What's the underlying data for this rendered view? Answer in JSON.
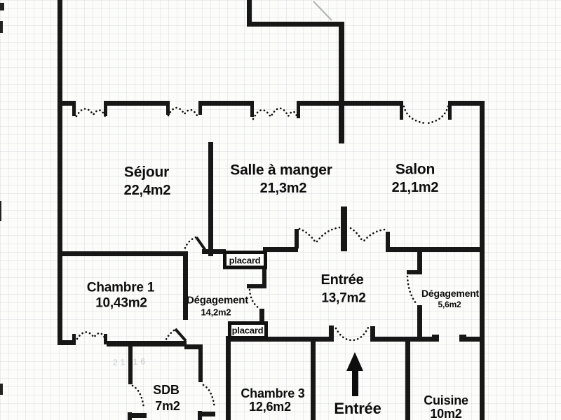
{
  "document": {
    "kind": "apartment floor plan scan"
  },
  "rooms": {
    "sejour": {
      "name": "Séjour",
      "area": "22,4m2"
    },
    "salle_a_manger": {
      "name": "Salle à manger",
      "area": "21,3m2"
    },
    "salon": {
      "name": "Salon",
      "area": "21,1m2"
    },
    "chambre1": {
      "name": "Chambre 1",
      "area": "10,43m2"
    },
    "degagement_grand": {
      "name": "Dégagement",
      "area": "14,2m2"
    },
    "entree": {
      "name": "Entrée",
      "area": "13,7m2"
    },
    "degagement_petit": {
      "name": "Dégagement",
      "area": "5,6m2"
    },
    "sdb": {
      "name": "SDB",
      "area": "7m2"
    },
    "chambre3": {
      "name": "Chambre 3",
      "area": "12,6m2"
    },
    "cuisine": {
      "name": "Cuisine",
      "area": "10m2"
    }
  },
  "closets": {
    "placard1": "placard",
    "placard2": "placard"
  },
  "entrance": {
    "label": "Entrée"
  },
  "annotations": {
    "pencil_note": "21 16"
  },
  "colors": {
    "wall": "#171717",
    "paper": "#fcfcfb",
    "grid_line": "#a5acb6",
    "text": "#0e0e0e"
  }
}
